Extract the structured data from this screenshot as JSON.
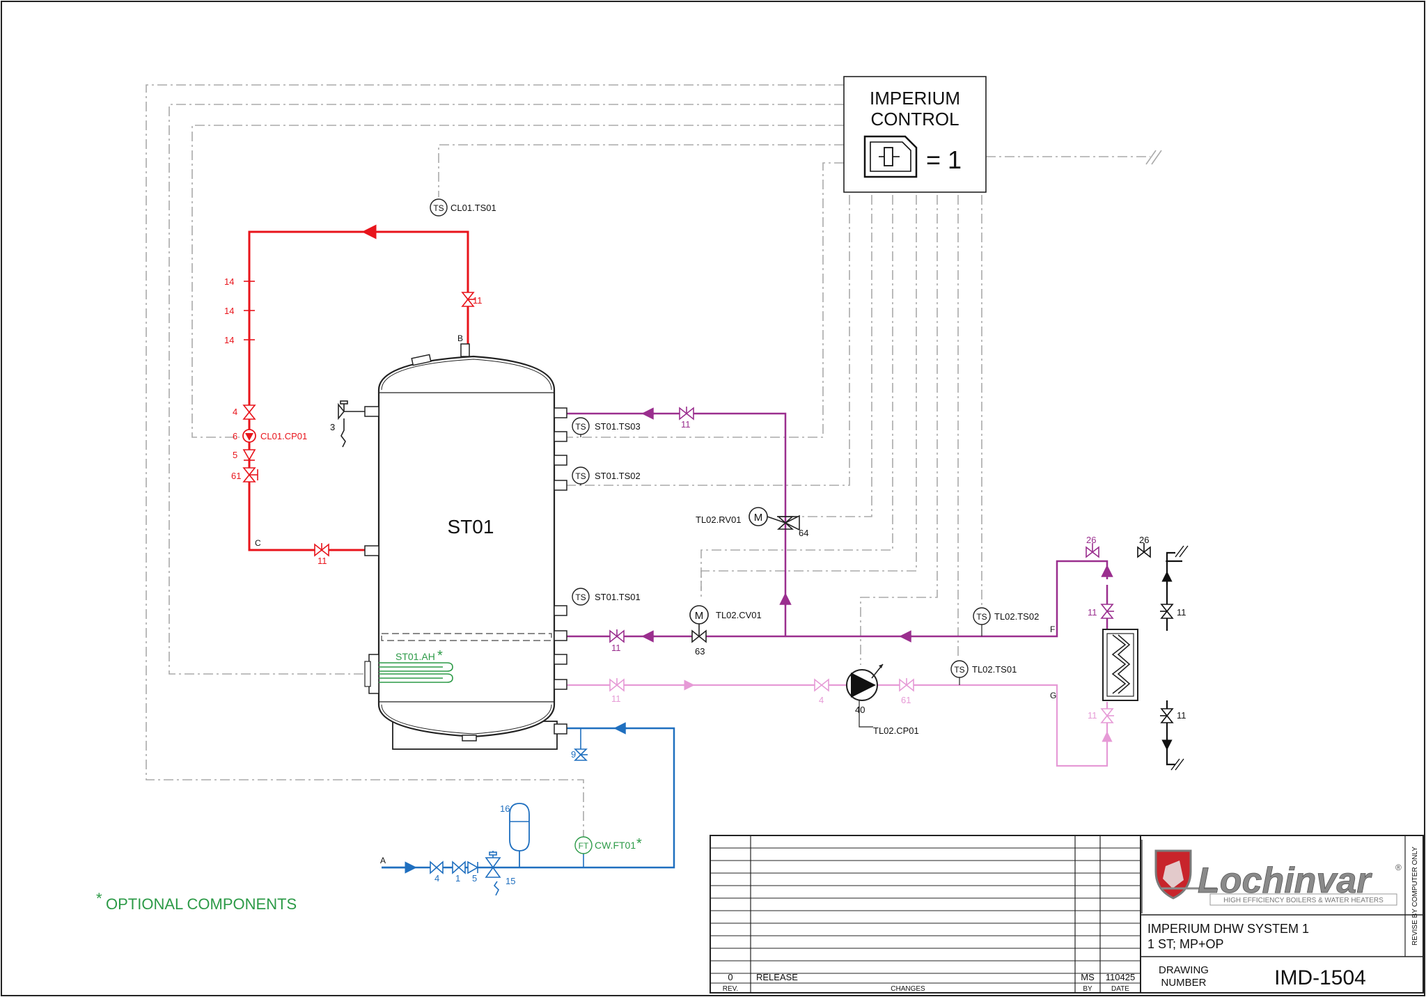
{
  "control_box": {
    "title_line1": "IMPERIUM",
    "title_line2": "CONTROL",
    "count_label": "= 1"
  },
  "tank": {
    "label": "ST01"
  },
  "connection_letters": {
    "a": "A",
    "b": "B",
    "c": "C",
    "f": "F",
    "g": "G"
  },
  "tags": {
    "ts": "TS",
    "ft": "FT",
    "m": "M",
    "cl01_ts01": "CL01.TS01",
    "cl01_cp01": "CL01.CP01",
    "st01_ts03": "ST01.TS03",
    "st01_ts02": "ST01.TS02",
    "st01_ts01": "ST01.TS01",
    "st01_ah": "ST01.AH",
    "tl02_rv01": "TL02.RV01",
    "tl02_cv01": "TL02.CV01",
    "tl02_ts02": "TL02.TS02",
    "tl02_ts01": "TL02.TS01",
    "tl02_cp01": "TL02.CP01",
    "cw_ft01": "CW.FT01",
    "asterisk": "*"
  },
  "item_numbers": {
    "n1": "1",
    "n3": "3",
    "n4": "4",
    "n5": "5",
    "n6": "6",
    "n9": "9",
    "n11": "11",
    "n14": "14",
    "n15": "15",
    "n16": "16",
    "n26": "26",
    "n40": "40",
    "n61": "61",
    "n63": "63",
    "n64": "64"
  },
  "note": {
    "asterisk": "*",
    "text": "OPTIONAL COMPONENTS"
  },
  "title_block": {
    "brand": "Lochinvar",
    "registered": "®",
    "tagline": "HIGH EFFICIENCY BOILERS & WATER HEATERS",
    "title_line1": "IMPERIUM DHW SYSTEM 1",
    "title_line2": "1 ST; MP+OP",
    "drawing_number_label_1": "DRAWING",
    "drawing_number_label_2": "NUMBER",
    "drawing_number": "IMD-1504",
    "revise_note": "REVISE BY COMPUTER ONLY",
    "revision_row": {
      "rev": "0",
      "change": "RELEASE",
      "by": "MS",
      "date": "110425"
    },
    "headers": {
      "rev": "REV.",
      "changes": "CHANGES",
      "by": "BY",
      "date": "DATE"
    }
  },
  "colors": {
    "heating_loop": "#e8141b",
    "recirculation": "#9a2e8e",
    "return": "#e69ad6",
    "cold_water": "#1f6fbf",
    "optional": "#2c9a47",
    "control_wiring": "#aaaaaa"
  }
}
